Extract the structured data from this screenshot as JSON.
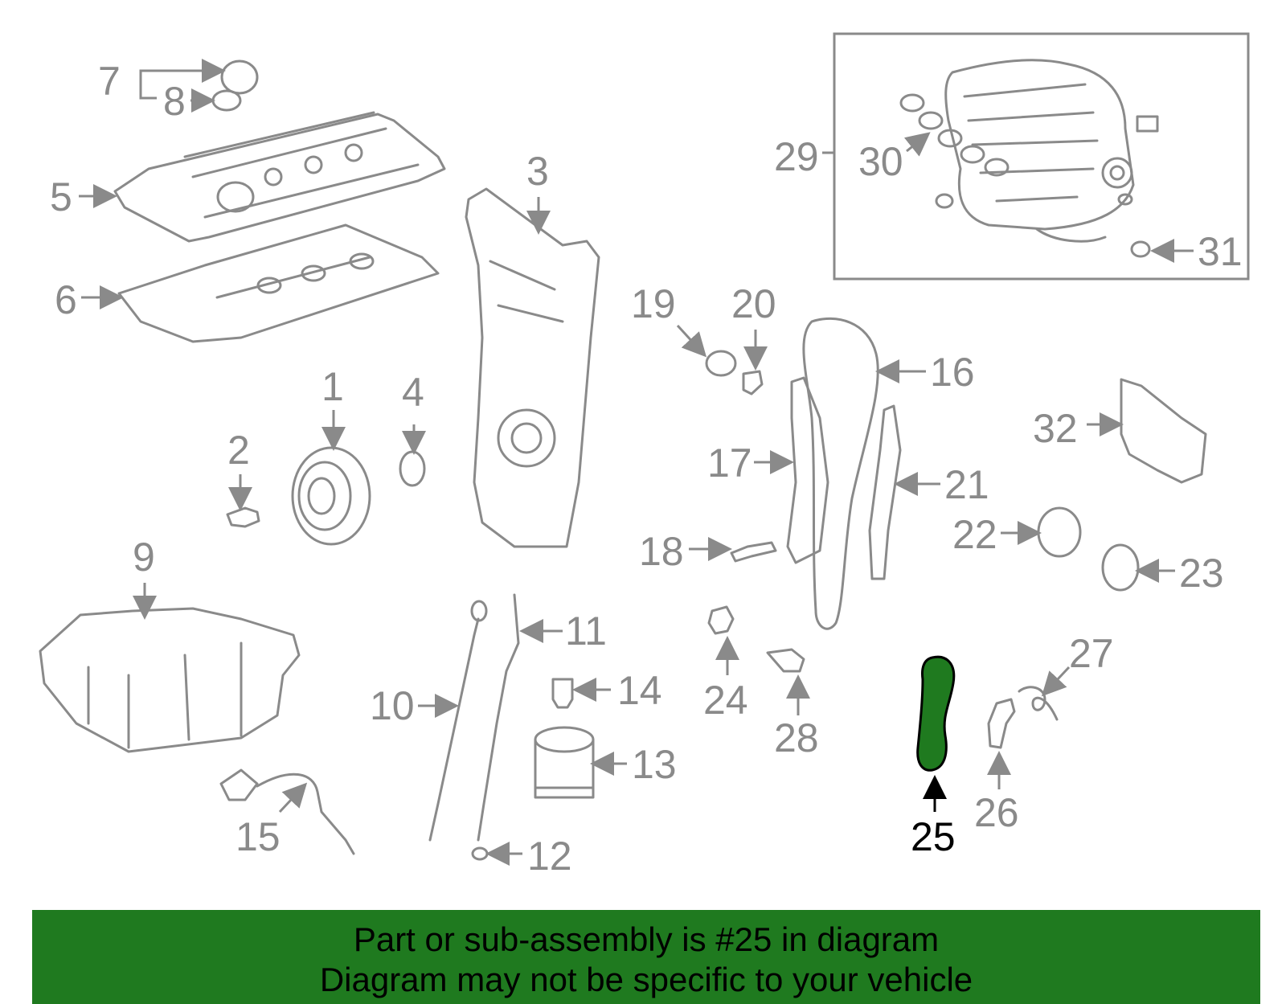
{
  "diagram": {
    "callouts": [
      "1",
      "2",
      "3",
      "4",
      "5",
      "6",
      "7",
      "8",
      "9",
      "10",
      "11",
      "12",
      "13",
      "14",
      "15",
      "16",
      "17",
      "18",
      "19",
      "20",
      "21",
      "22",
      "23",
      "24",
      "25",
      "26",
      "27",
      "28",
      "29",
      "30",
      "31",
      "32"
    ],
    "selected_part": "25",
    "highlight_color": "#1f7a1f"
  },
  "banner": {
    "line1": "Part or sub-assembly is #25 in diagram",
    "line2": "Diagram may not be specific to your vehicle",
    "background": "#1f7a1f"
  }
}
